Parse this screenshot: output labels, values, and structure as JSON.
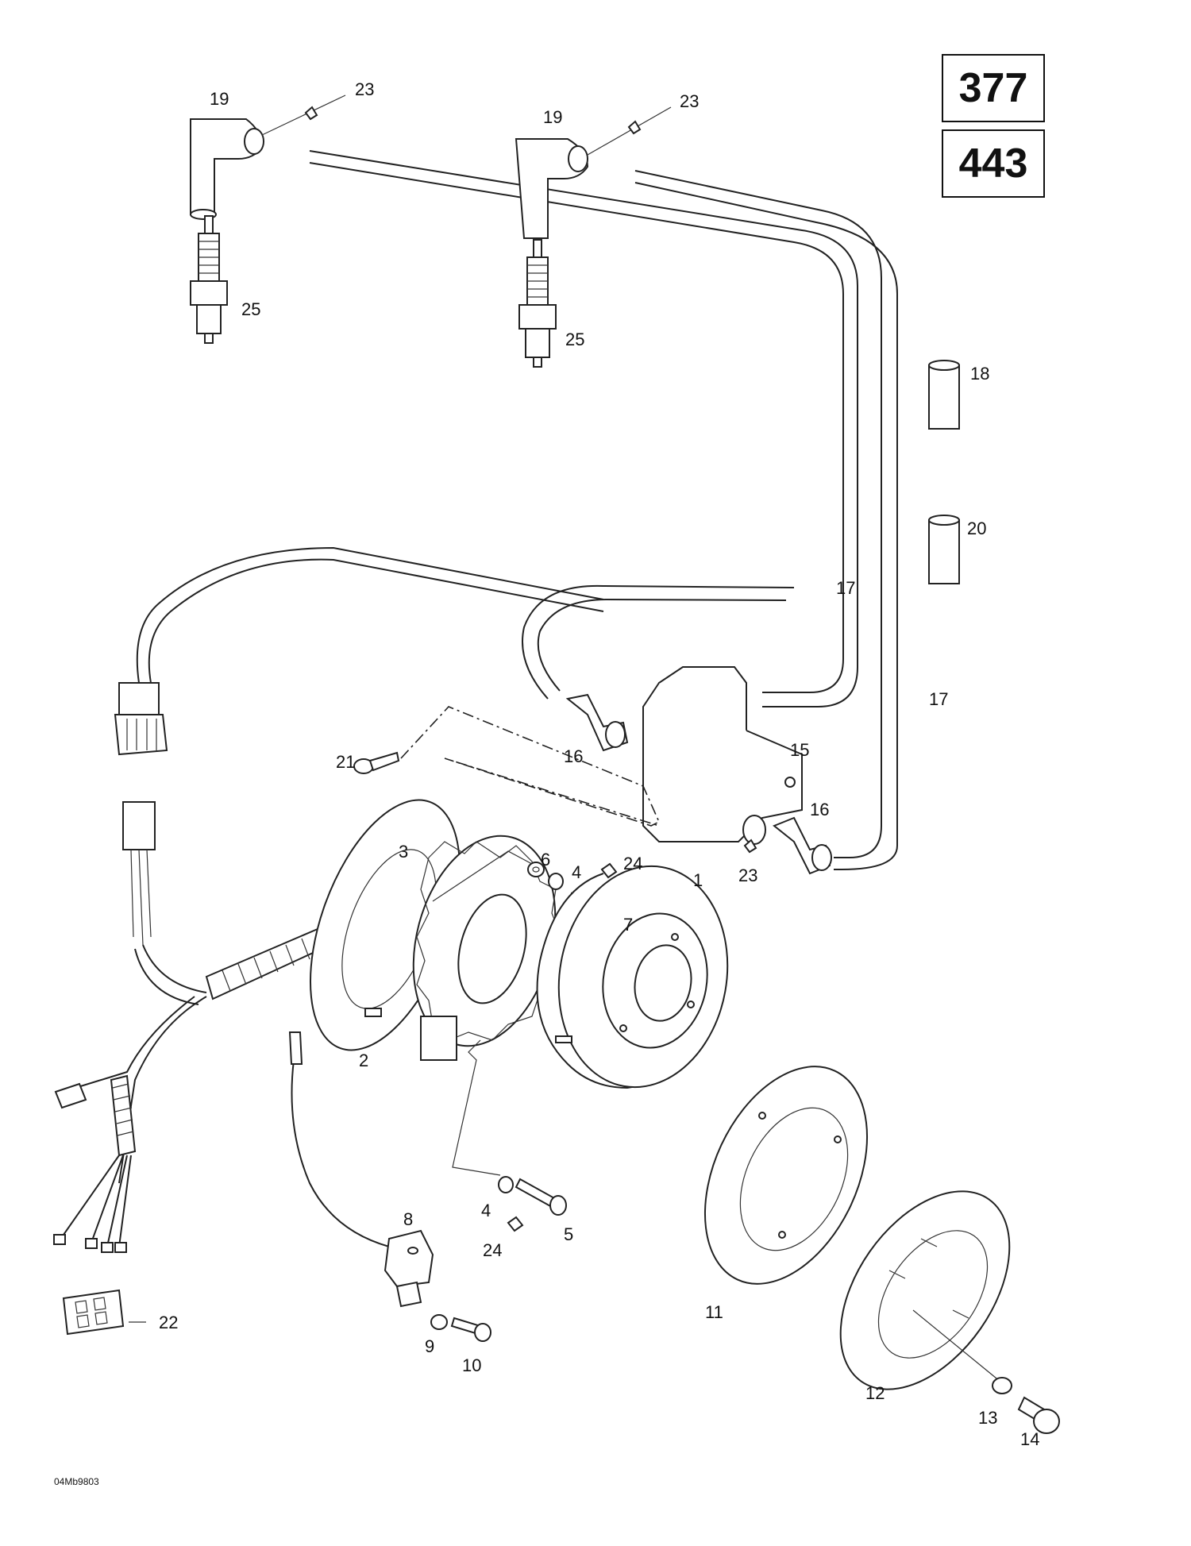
{
  "model_codes": [
    "377",
    "443"
  ],
  "figure_code": "04Mb9803",
  "callouts": {
    "c1": "1",
    "c2": "2",
    "c3": "3",
    "c4a": "4",
    "c4b": "4",
    "c5": "5",
    "c6": "6",
    "c7": "7",
    "c8": "8",
    "c9": "9",
    "c10": "10",
    "c11": "11",
    "c12": "12",
    "c13": "13",
    "c14": "14",
    "c15": "15",
    "c16a": "16",
    "c16b": "16",
    "c17a": "17",
    "c17b": "17",
    "c18": "18",
    "c19a": "19",
    "c19b": "19",
    "c20": "20",
    "c21": "21",
    "c22": "22",
    "c23a": "23",
    "c23b": "23",
    "c23c": "23",
    "c24a": "24",
    "c24b": "24",
    "c25a": "25",
    "c25b": "25"
  }
}
